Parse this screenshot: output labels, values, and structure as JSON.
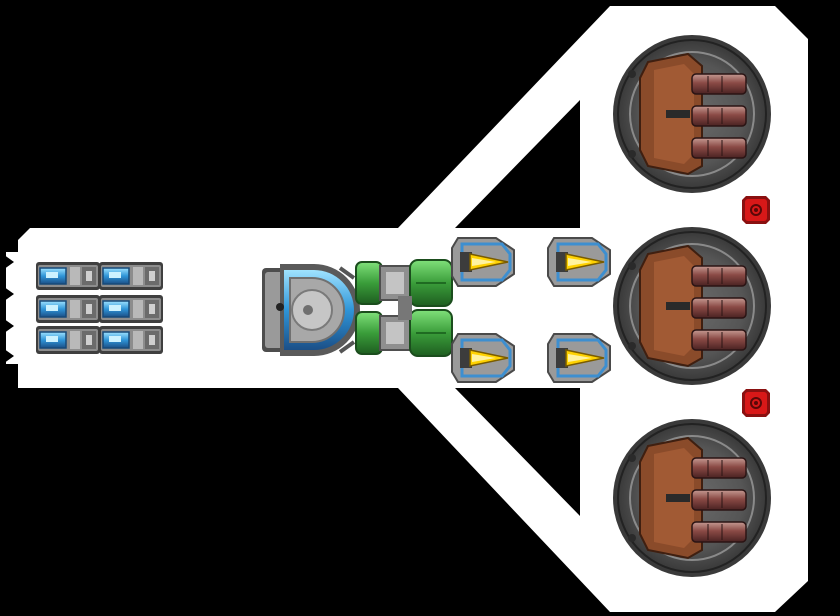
{
  "game": {
    "title": "",
    "view": "ship-design"
  },
  "colors": {
    "background": "#000000",
    "hull": "#ffffff",
    "metal_dark": "#4a4a4a",
    "metal_mid": "#8c8c8c",
    "metal_light": "#c8c8c8",
    "glow_blue": "#3aa8e8",
    "glow_cyan": "#8fdcff",
    "reactor_green": "#3fae3f",
    "reactor_green_dark": "#1f6b22",
    "thruster_yellow": "#ffd200",
    "turret_brown": "#8a4b2a",
    "barrel_red": "#7a3a3a",
    "armor_red": "#d81818"
  },
  "parts": {
    "battery_cells": {
      "name": "battery-cell",
      "count": 6
    },
    "shield_generator": {
      "name": "shield-generator",
      "count": 1
    },
    "reactors": {
      "name": "reactor",
      "count": 2
    },
    "thrusters": {
      "name": "thruster",
      "count": 4
    },
    "turrets": {
      "name": "triple-cannon-turret",
      "count": 3,
      "barrels_each": 3
    },
    "armor_blocks": {
      "name": "armor-block",
      "count": 2
    }
  }
}
